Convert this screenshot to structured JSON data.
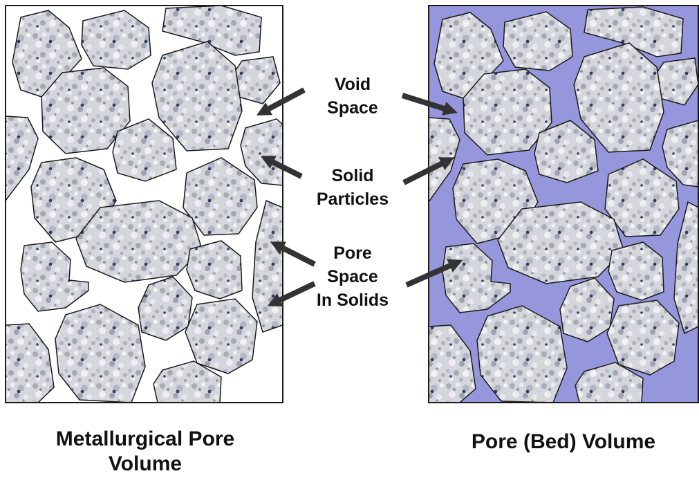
{
  "labels": {
    "void": [
      "Void",
      "Space"
    ],
    "solid": [
      "Solid",
      "Particles"
    ],
    "pore": [
      "Pore",
      "Space",
      "In Solids"
    ]
  },
  "captions": {
    "left": [
      "Metallurgical Pore",
      "Volume"
    ],
    "right": "Pore (Bed) Volume"
  },
  "colors": {
    "bed_fill": "#9696dc",
    "particle_base": "#d4d6dc",
    "particle_outline": "#1a1a1a",
    "speckle_dark": "#2b3f6e",
    "arrow": "#333333",
    "frame": "#1a1a1a"
  }
}
